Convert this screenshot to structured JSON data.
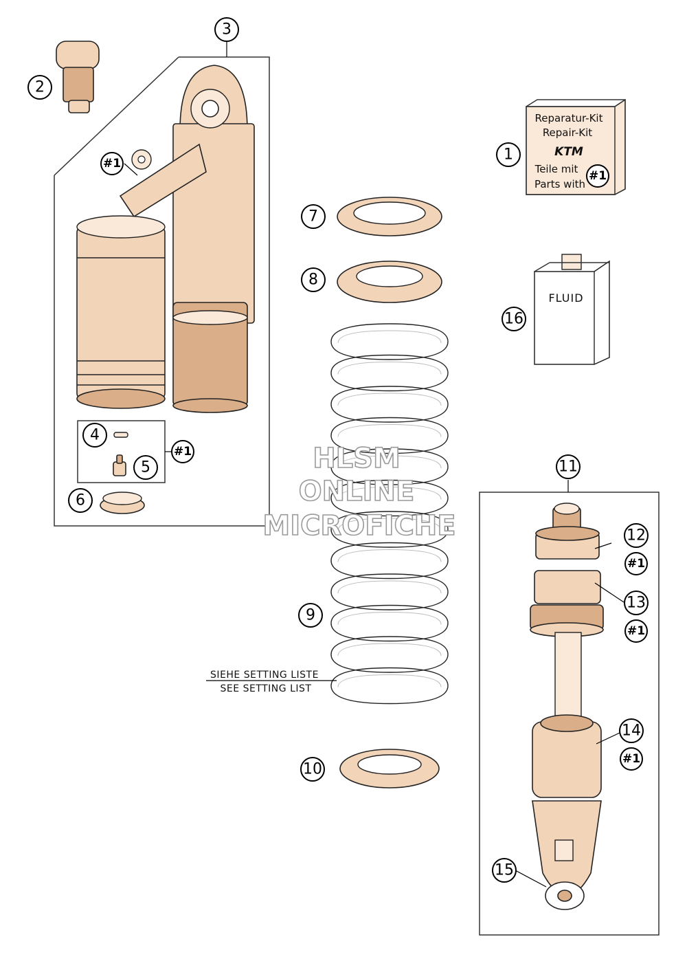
{
  "callouts": [
    "1",
    "2",
    "3",
    "4",
    "5",
    "6",
    "7",
    "8",
    "9",
    "10",
    "11",
    "12",
    "13",
    "14",
    "15",
    "16"
  ],
  "ref_mark": "#1",
  "repair_kit": {
    "line1": "Reparatur-Kit",
    "line2": "Repair-Kit",
    "logo": "KTM",
    "line3": "Teile mit",
    "line4": "Parts with",
    "ref": "#1"
  },
  "fluid_label": "FLUID",
  "spring_note": {
    "line1": "SIEHE SETTING LISTE",
    "line2": "SEE SETTING LIST"
  },
  "watermark": {
    "line1": "HLSM",
    "line2": "ONLINE",
    "line3": "MICROFICHE"
  }
}
